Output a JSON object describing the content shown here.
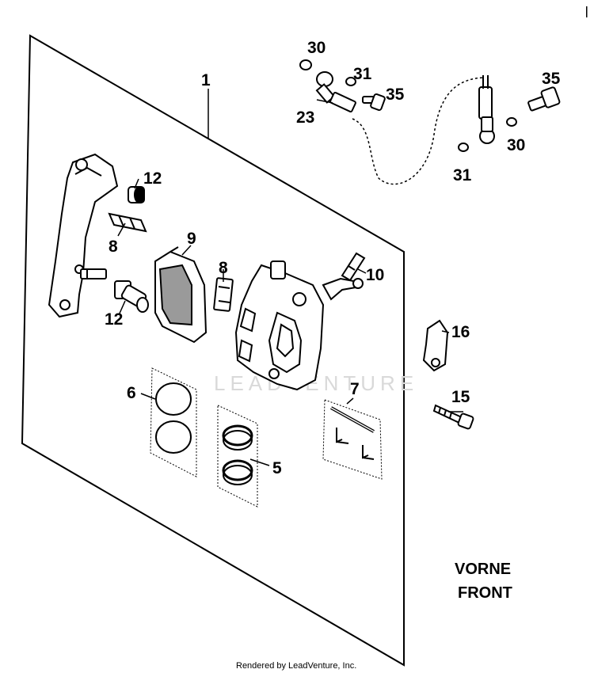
{
  "watermark": "LEADVENTURE",
  "footer": "Rendered by LeadVenture, Inc.",
  "position_text": {
    "line1": "VORNE",
    "line2": "FRONT"
  },
  "callouts": {
    "c1": "1",
    "c30a": "30",
    "c31a": "31",
    "c35a": "35",
    "c23": "23",
    "c35b": "35",
    "c30b": "30",
    "c31b": "31",
    "c12a": "12",
    "c8a": "8",
    "c9": "9",
    "c8b": "8",
    "c10": "10",
    "c12b": "12",
    "c16": "16",
    "c6": "6",
    "c7": "7",
    "c15": "15",
    "c5": "5"
  }
}
